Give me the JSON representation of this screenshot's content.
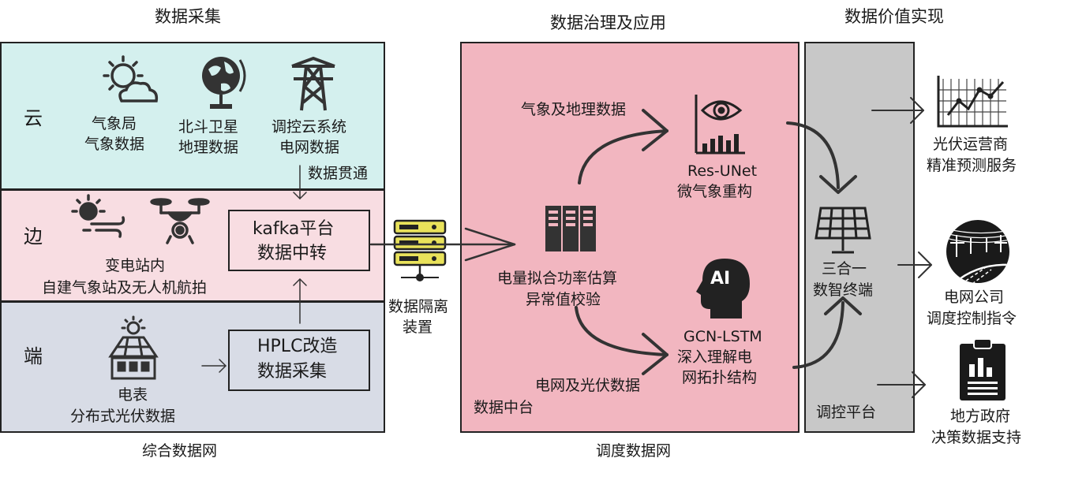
{
  "sections": {
    "collection": "数据采集",
    "governance": "数据治理及应用",
    "value": "数据价值实现"
  },
  "rows": {
    "cloud": "云",
    "edge": "边",
    "end": "端"
  },
  "cloud": {
    "weather_l1": "气象局",
    "weather_l2": "气象数据",
    "beidou_l1": "北斗卫星",
    "beidou_l2": "地理数据",
    "grid_l1": "调控云系统",
    "grid_l2": "电网数据",
    "link": "数据贯通"
  },
  "edge": {
    "station_l1": "变电站内",
    "station_l2": "自建气象站及无人机航拍",
    "kafka_l1": "kafka平台",
    "kafka_l2": "数据中转"
  },
  "end": {
    "meter_l1": "电表",
    "meter_l2": "分布式光伏数据",
    "hplc_l1": "HPLC改造",
    "hplc_l2": "数据采集"
  },
  "network_left": "综合数据网",
  "isolation_l1": "数据隔离",
  "isolation_l2": "装置",
  "middle": {
    "geo_data": "气象及地理数据",
    "resunet_l1": "Res-UNet",
    "resunet_l2": "微气象重构",
    "core_l1": "电量拟合功率估算",
    "core_l2": "异常值校验",
    "ai_badge": "AI",
    "gcn_l1": "GCN-LSTM",
    "gcn_l2": "深入理解电",
    "gcn_l3": "网拓扑结构",
    "grid_data": "电网及光伏数据",
    "platform": "数据中台"
  },
  "network_mid": "调度数据网",
  "control": {
    "term_l1": "三合一",
    "term_l2": "数智终端",
    "platform": "调控平台"
  },
  "outputs": {
    "pv_l1": "光伏运营商",
    "pv_l2": "精准预测服务",
    "grid_l1": "电网公司",
    "grid_l2": "调度控制指令",
    "gov_l1": "地方政府",
    "gov_l2": "决策数据支持"
  },
  "colors": {
    "cloud_bg": "#d4f0ee",
    "edge_bg": "#f8dde2",
    "end_bg": "#d8dce6",
    "middle_bg": "#f2b6c0",
    "control_bg": "#c8c8c8",
    "stroke": "#222222"
  }
}
